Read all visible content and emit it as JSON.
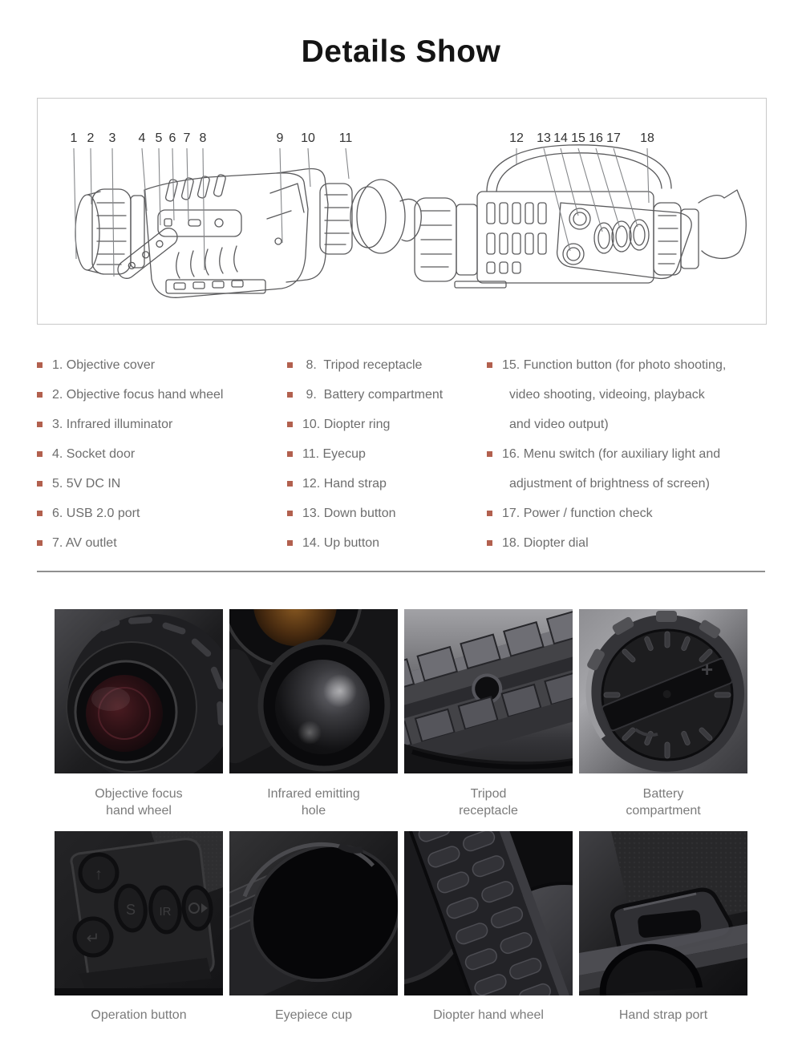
{
  "page": {
    "title": "Details Show"
  },
  "diagram": {
    "callouts": [
      "1",
      "2",
      "3",
      "4",
      "5",
      "6",
      "7",
      "8",
      "9",
      "10",
      "11",
      "12",
      "13",
      "14",
      "15",
      "16",
      "17",
      "18"
    ]
  },
  "parts_list": {
    "col1": [
      "1. Objective cover",
      "2. Objective focus hand wheel",
      "3. Infrared illuminator",
      "4. Socket door",
      "5. 5V DC IN",
      "6. USB 2.0 port",
      "7. AV outlet"
    ],
    "col2": [
      " 8.  Tripod receptacle",
      " 9.  Battery compartment",
      "10. Diopter ring",
      "11. Eyecup",
      "12. Hand strap",
      "13. Down button",
      "14. Up button"
    ],
    "col3": [
      "15. Function button (for photo shooting,",
      "video shooting, videoing, playback",
      "and video output)",
      "16. Menu switch (for auxiliary light and",
      "adjustment of brightness of screen)",
      "17. Power / function check",
      "18. Diopter dial"
    ]
  },
  "gallery": {
    "captions_row1": [
      [
        "Objective focus",
        "hand wheel"
      ],
      [
        "Infrared emitting",
        "hole"
      ],
      [
        "Tripod",
        "receptacle"
      ],
      [
        "Battery",
        "compartment"
      ]
    ],
    "captions_row2": [
      "Operation button",
      "Eyepiece cup",
      "Diopter hand wheel",
      "Hand strap port"
    ],
    "photo_glyphs": {
      "up": "↑",
      "enter": "↵",
      "shoot": "S",
      "ir": "IR",
      "plus": "+"
    }
  },
  "colors": {
    "accent_bullet": "#b2604e",
    "body_text": "#6e6e6e",
    "caption_text": "#7b7b7b",
    "divider": "#8f8f8f",
    "title_text": "#141414",
    "line_art": "#5a5a5c"
  }
}
